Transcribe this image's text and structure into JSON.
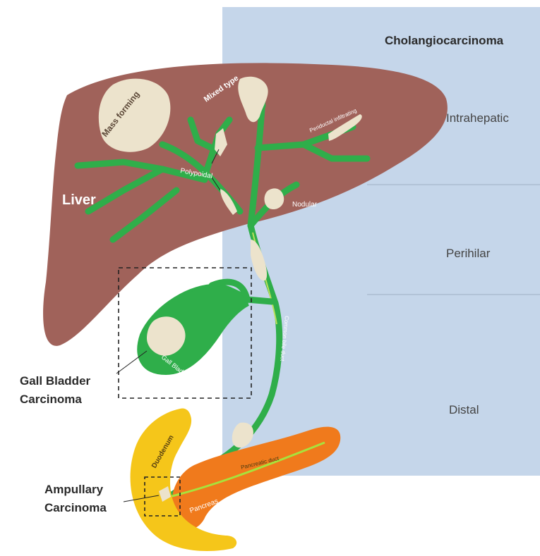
{
  "title": "Cholangiocarcinoma",
  "regions": {
    "intrahepatic": "Intrahepatic",
    "perihilar": "Perihilar",
    "distal": "Distal"
  },
  "organs": {
    "liver": "Liver",
    "gall_bladder": "Gall Bladder",
    "duodenum": "Duodenum",
    "pancreas": "Pancreas",
    "pancreatic_duct": "Pancreatic duct",
    "common_bile_duct": "Common bile duct"
  },
  "tumor_types": {
    "mass_forming": "Mass forming",
    "mixed_type": "Mixed type",
    "periductal": "Periductal infiltrating",
    "polypoidal": "Polypoidal",
    "nodular": "Nodular"
  },
  "carcinomas": {
    "gall_bladder_line1": "Gall Bladder",
    "gall_bladder_line2": "Carcinoma",
    "ampullary_line1": "Ampullary",
    "ampullary_line2": "Carcinoma"
  },
  "colors": {
    "panel": "#c5d6ea",
    "liver": "#a0625a",
    "duct": "#2fae4a",
    "tumor": "#ece3cc",
    "pancreas": "#f07a1c",
    "duodenum": "#f5c61a"
  }
}
